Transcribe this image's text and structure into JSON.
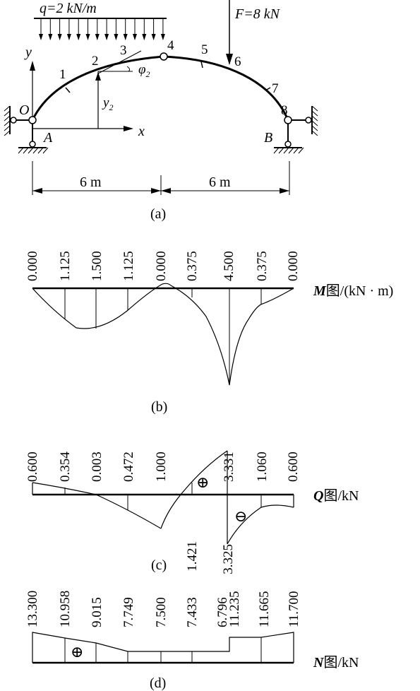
{
  "panel_a": {
    "load_q": "q=2 kN/m",
    "load_F": "F=8 kN",
    "axis_x": "x",
    "axis_y": "y",
    "origin": "O",
    "support_A": "A",
    "support_B": "B",
    "y2": "y",
    "y2_sub": "2",
    "phi2": "φ",
    "phi2_sub": "2",
    "points": [
      "1",
      "2",
      "3",
      "4",
      "5",
      "6",
      "7",
      "8"
    ],
    "span_left": "6 m",
    "span_right": "6 m",
    "caption": "(a)"
  },
  "panel_b": {
    "title_sym": "M",
    "title_rest": "图/(kN · m)",
    "values": [
      "0.000",
      "1.125",
      "1.500",
      "1.125",
      "0.000",
      "0.375",
      "4.500",
      "0.375",
      "0.000"
    ],
    "caption": "(b)"
  },
  "panel_c": {
    "title_sym": "Q",
    "title_rest": "图/kN",
    "values_top": [
      "0.600",
      "0.354",
      "0.003",
      "0.472",
      "1.000",
      "3.331",
      "1.060",
      "0.600"
    ],
    "values_bottom": [
      "1.421",
      "3.325"
    ],
    "sign_plus": "⊕",
    "sign_minus": "⊖",
    "caption": "(c)"
  },
  "panel_d": {
    "title_sym": "N",
    "title_rest": "图/kN",
    "values": [
      "13.300",
      "10.958",
      "9.015",
      "7.749",
      "7.500",
      "7.433",
      "6.796",
      "11.235",
      "11.665",
      "11.700"
    ],
    "sign_plus": "⊕",
    "caption": "(d)"
  }
}
